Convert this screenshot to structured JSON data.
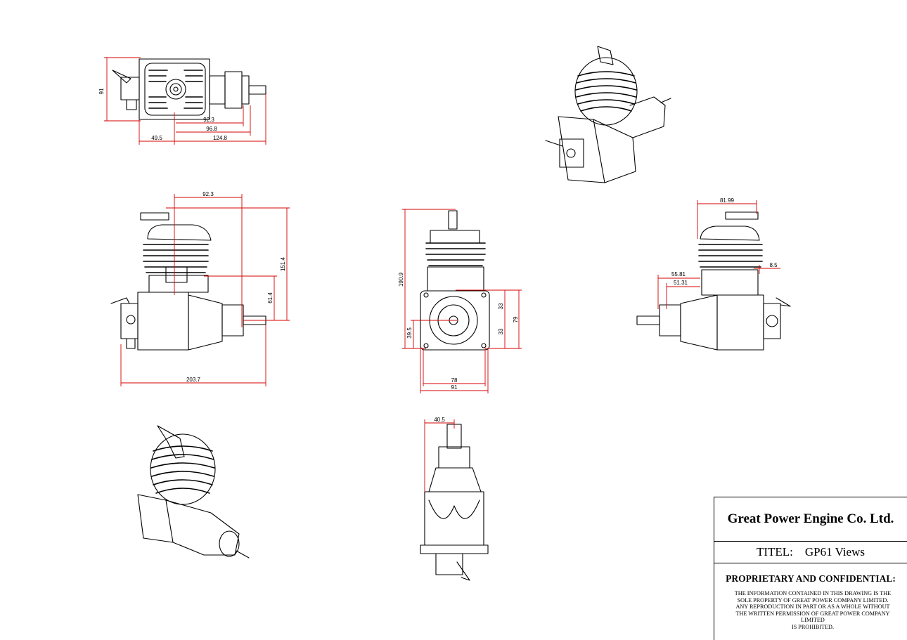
{
  "title_block": {
    "company": "Great Power Engine Co. Ltd.",
    "title_label": "TITEL:",
    "title_value": "GP61 Views",
    "notice_heading": "PROPRIETARY AND CONFIDENTIAL:",
    "notice_lines": [
      "THE INFORMATION CONTAINED IN THIS DRAWING IS THE",
      "SOLE PROPERTY OF GREAT POWER  COMPANY  LIMITED.",
      "ANY REPRODUCTION IN PART OR AS A WHOLE WITHOUT",
      "THE WRITTEN PERMISSION OF GREAT POWER  COMPANY",
      "LIMITED",
      "IS PROHIBITED."
    ]
  },
  "dimensions": {
    "top_view": {
      "height": "91",
      "d1": "92.3",
      "d2": "96.8",
      "d3": "49.5",
      "d4": "124.8"
    },
    "side_view": {
      "top_width": "92.3",
      "total_height": "151.4",
      "shaft_height": "61.4",
      "total_length": "203.7"
    },
    "front_view": {
      "total_height": "190.9",
      "upper": "33",
      "lower": "33",
      "mount_height": "79",
      "base": "39.5",
      "inner_width": "78",
      "outer_width": "91"
    },
    "right_view": {
      "top_width": "81.99",
      "offset_a": "55.81",
      "offset_b": "51.31",
      "small": "8.5"
    },
    "bottom_view": {
      "offset": "40.5"
    }
  },
  "colors": {
    "dimension": "#d40000",
    "line": "#000000"
  }
}
